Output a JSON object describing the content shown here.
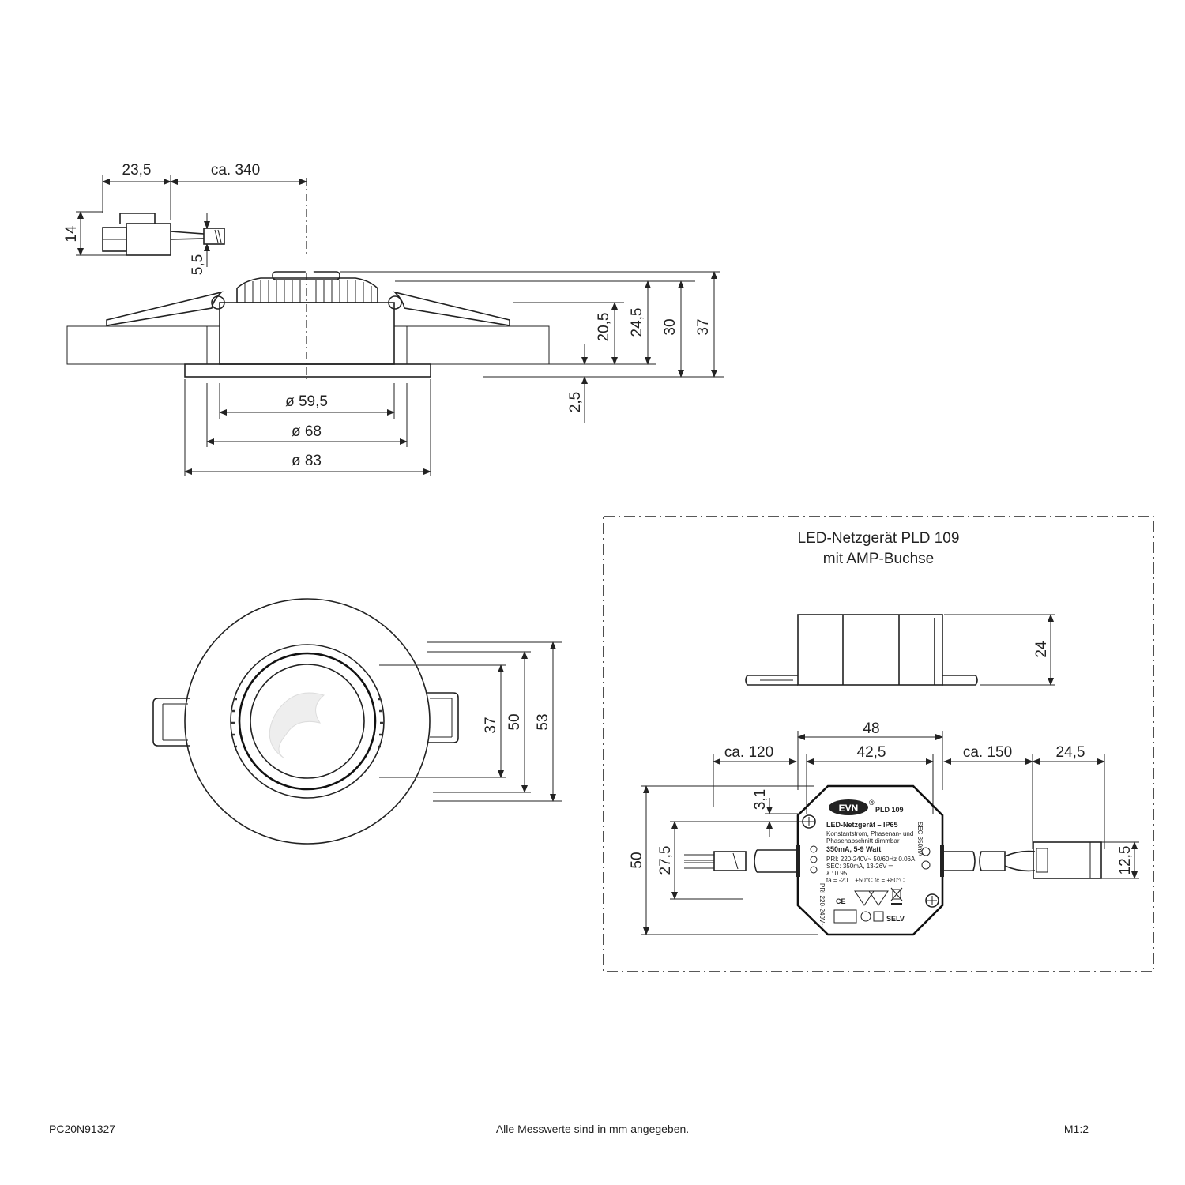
{
  "side_view": {
    "dims": {
      "cable_len": "ca. 340",
      "plug_len": "23,5",
      "plug_h": "14",
      "cable_d": "5,5",
      "h_20": "20,5",
      "h_24": "24,5",
      "h_30": "30",
      "h_37": "37",
      "flange": "2,5",
      "d_595": "ø 59,5",
      "d_68": "ø 68",
      "d_83": "ø 83"
    }
  },
  "top_view": {
    "dims": {
      "d37": "37",
      "d50": "50",
      "d53": "53"
    }
  },
  "driver": {
    "title_line1": "LED-Netzgerät PLD 109",
    "title_line2": "mit AMP-Buchse",
    "dims": {
      "h24": "24",
      "w48": "48",
      "w425": "42,5",
      "ca120": "ca. 120",
      "ca150": "ca. 150",
      "d245": "24,5",
      "h50": "50",
      "h275": "27,5",
      "h31": "3,1",
      "h125": "12,5"
    },
    "label": {
      "brand": "EVN",
      "reg": "®",
      "model": "PLD 109",
      "line1": "LED-Netzgerät  –  IP65",
      "line2": "Konstantstrom, Phasenan- und",
      "line3": "Phasenabschnitt dimmbar",
      "line4": "350mA, 5-9 Watt",
      "line5": "PRI: 220-240V~  50/60Hz 0.06A",
      "line6": "SEC: 350mA, 13-26V ═",
      "line7": "λ : 0.95",
      "line8": "ta = -20 ...+50°C  tc = +80°C",
      "marks": "CE",
      "selv": "SELV",
      "pri_side": "PRI 220-240V~",
      "sec_side": "SEC 350mA"
    }
  },
  "footer": {
    "code": "PC20N91327",
    "note": "Alle Messwerte sind in mm angegeben.",
    "scale": "M1:2"
  }
}
